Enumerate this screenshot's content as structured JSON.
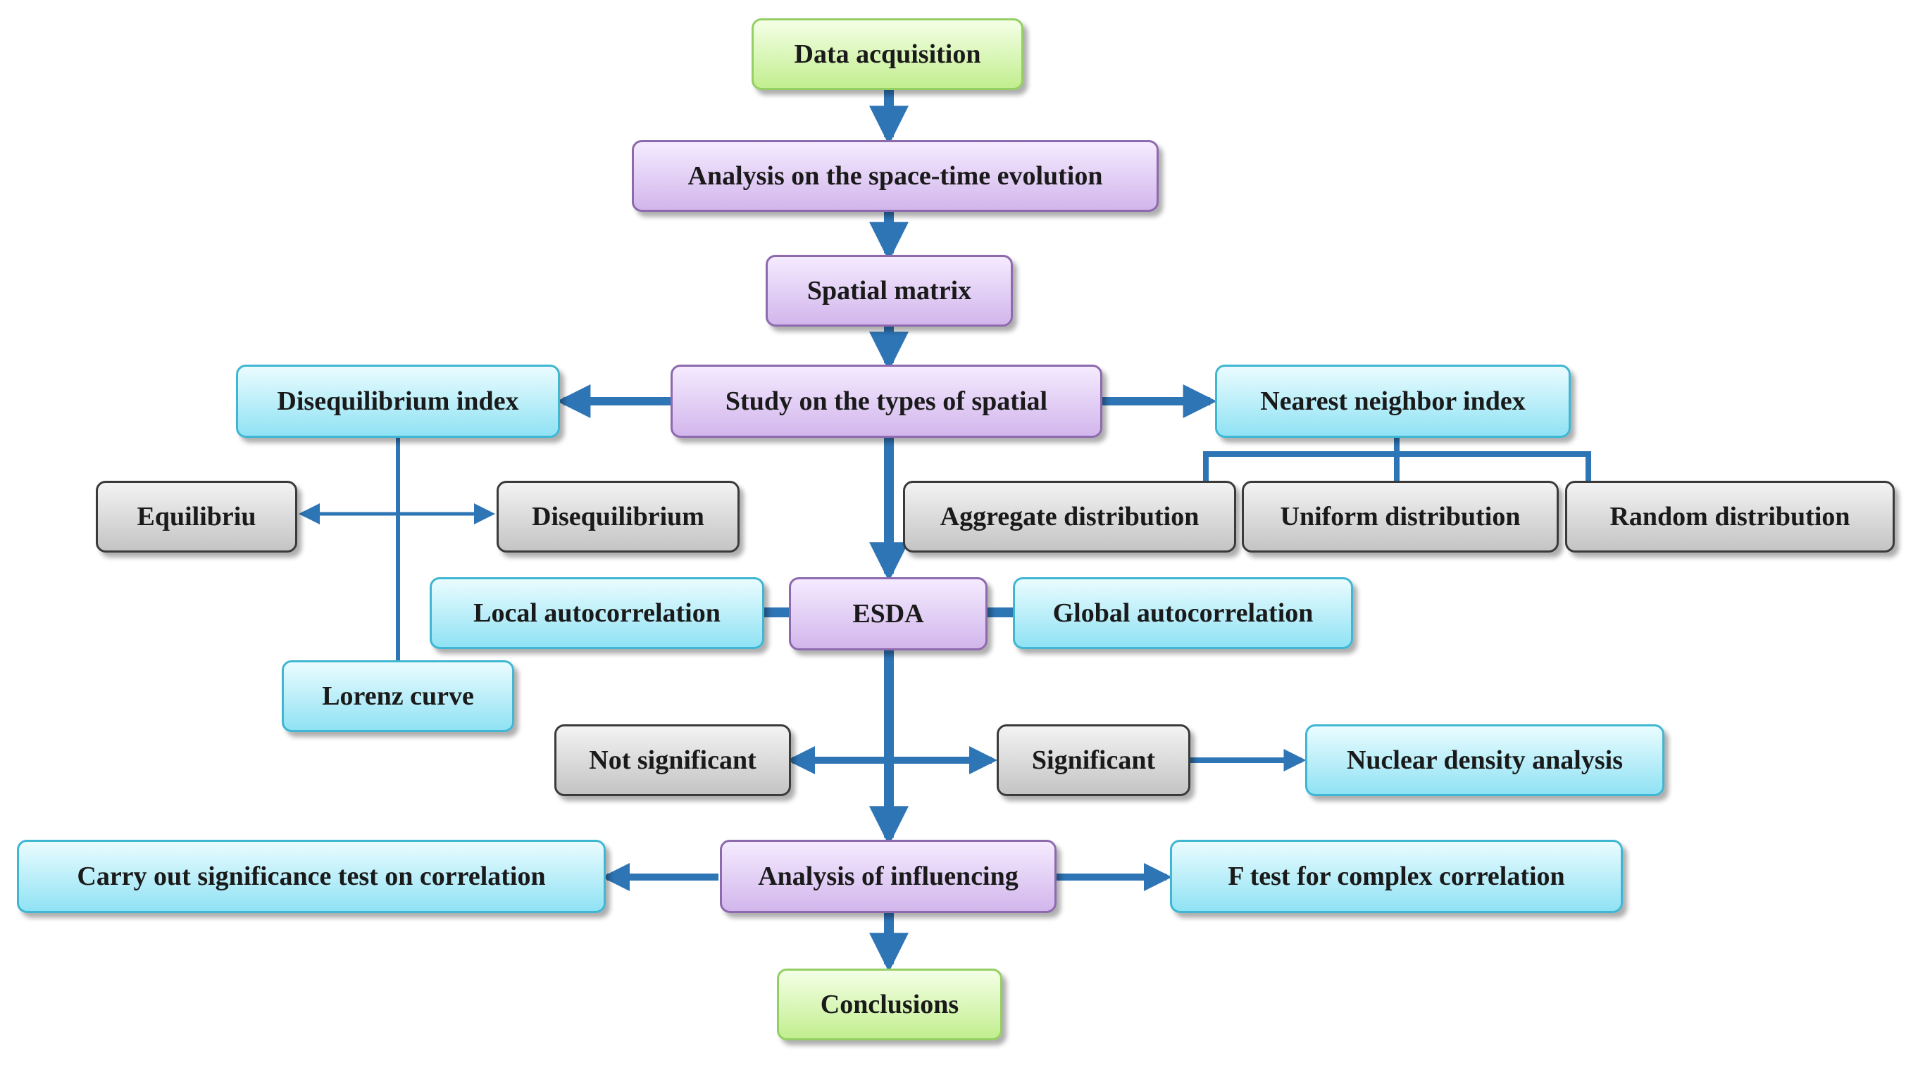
{
  "colors": {
    "connector": "#2e75b6",
    "start_end_fill": "#c2ee8f",
    "process_fill": "#d2b6ec",
    "method_fill": "#90e2f4",
    "outcome_fill": "#c4c4c4"
  },
  "nodes": {
    "data_acquisition": "Data acquisition",
    "space_time": "Analysis on the space-time evolution",
    "spatial_matrix": "Spatial matrix",
    "types_spatial": "Study on the types of spatial",
    "disequilibrium_index": "Disequilibrium index",
    "nearest_neighbor": "Nearest neighbor index",
    "equilibriu": "Equilibriu",
    "disequilibrium": "Disequilibrium",
    "aggregate": "Aggregate distribution",
    "uniform": "Uniform distribution",
    "random": "Random distribution",
    "local_auto": "Local autocorrelation",
    "esda": "ESDA",
    "global_auto": "Global autocorrelation",
    "lorenz": "Lorenz curve",
    "not_significant": "Not significant",
    "significant": "Significant",
    "nuclear_density": "Nuclear density analysis",
    "significance_test": "Carry out significance test on correlation",
    "influencing": "Analysis of influencing",
    "f_test": "F test for complex correlation",
    "conclusions": "Conclusions"
  }
}
